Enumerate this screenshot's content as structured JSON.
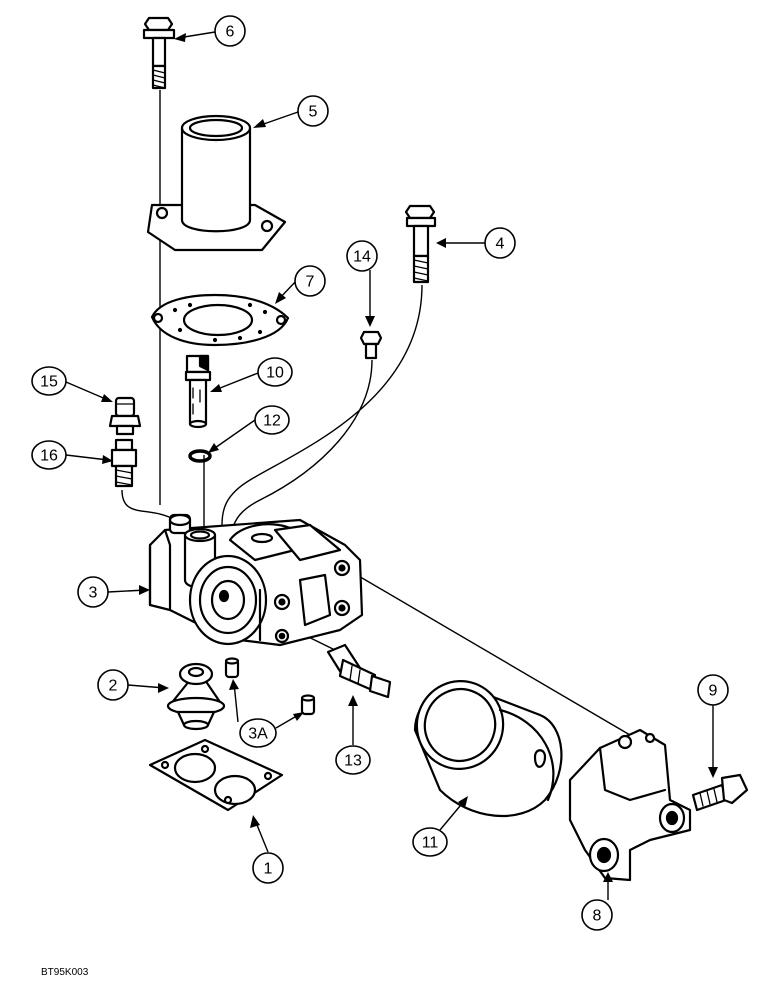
{
  "drawing_ref": "BT95K003",
  "callouts": [
    {
      "id": "1",
      "label": "1"
    },
    {
      "id": "2",
      "label": "2"
    },
    {
      "id": "3",
      "label": "3"
    },
    {
      "id": "3a",
      "label": "3A"
    },
    {
      "id": "4",
      "label": "4"
    },
    {
      "id": "5",
      "label": "5"
    },
    {
      "id": "6",
      "label": "6"
    },
    {
      "id": "7",
      "label": "7"
    },
    {
      "id": "8",
      "label": "8"
    },
    {
      "id": "9",
      "label": "9"
    },
    {
      "id": "10",
      "label": "10"
    },
    {
      "id": "11",
      "label": "11"
    },
    {
      "id": "12",
      "label": "12"
    },
    {
      "id": "13",
      "label": "13"
    },
    {
      "id": "14",
      "label": "14"
    },
    {
      "id": "15",
      "label": "15"
    },
    {
      "id": "16",
      "label": "16"
    }
  ],
  "colors": {
    "ink": "#000000",
    "paper": "#ffffff"
  }
}
